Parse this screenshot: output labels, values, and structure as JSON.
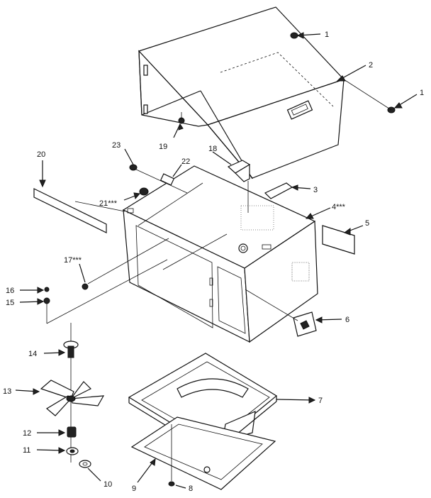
{
  "callouts": [
    {
      "id": "c1a",
      "text": "1"
    },
    {
      "id": "c2",
      "text": "2"
    },
    {
      "id": "c1b",
      "text": "1"
    },
    {
      "id": "c19",
      "text": "19"
    },
    {
      "id": "c18",
      "text": "18"
    },
    {
      "id": "c20",
      "text": "20"
    },
    {
      "id": "c23",
      "text": "23"
    },
    {
      "id": "c22",
      "text": "22"
    },
    {
      "id": "c3",
      "text": "3"
    },
    {
      "id": "c21",
      "text": "21***"
    },
    {
      "id": "c4",
      "text": "4***"
    },
    {
      "id": "c5",
      "text": "5"
    },
    {
      "id": "c17",
      "text": "17***"
    },
    {
      "id": "c16",
      "text": "16"
    },
    {
      "id": "c15",
      "text": "15"
    },
    {
      "id": "c6",
      "text": "6"
    },
    {
      "id": "c14",
      "text": "14"
    },
    {
      "id": "c7",
      "text": "7"
    },
    {
      "id": "c13",
      "text": "13"
    },
    {
      "id": "c12",
      "text": "12"
    },
    {
      "id": "c11",
      "text": "11"
    },
    {
      "id": "c10",
      "text": "10"
    },
    {
      "id": "c9",
      "text": "9"
    },
    {
      "id": "c8",
      "text": "8"
    }
  ]
}
